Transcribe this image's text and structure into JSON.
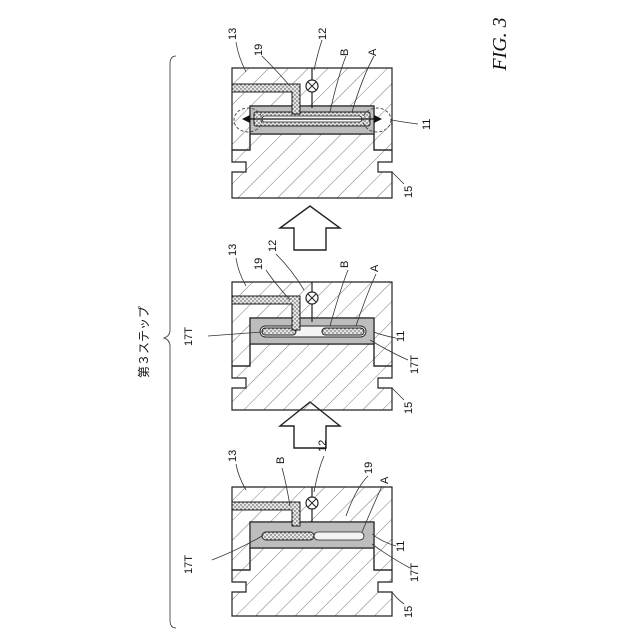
{
  "figure_label": "FIG. 3",
  "step_label": "第３ステップ",
  "panels": [
    {
      "labels": {
        "n13": "13",
        "nB": "B",
        "n12": "12",
        "n19": "19",
        "nA": "A",
        "n17T_left": "17T",
        "n11": "11",
        "n17T_right": "17T",
        "n15": "15"
      }
    },
    {
      "labels": {
        "n13": "13",
        "n19": "19",
        "n12": "12",
        "nB": "B",
        "nA": "A",
        "n17T_left": "17T",
        "n11": "11",
        "n17T_right": "17T",
        "n15": "15"
      }
    },
    {
      "labels": {
        "n13": "13",
        "n19": "19",
        "n12": "12",
        "nB": "B",
        "nA": "A",
        "n11": "11",
        "n15": "15"
      }
    }
  ]
}
